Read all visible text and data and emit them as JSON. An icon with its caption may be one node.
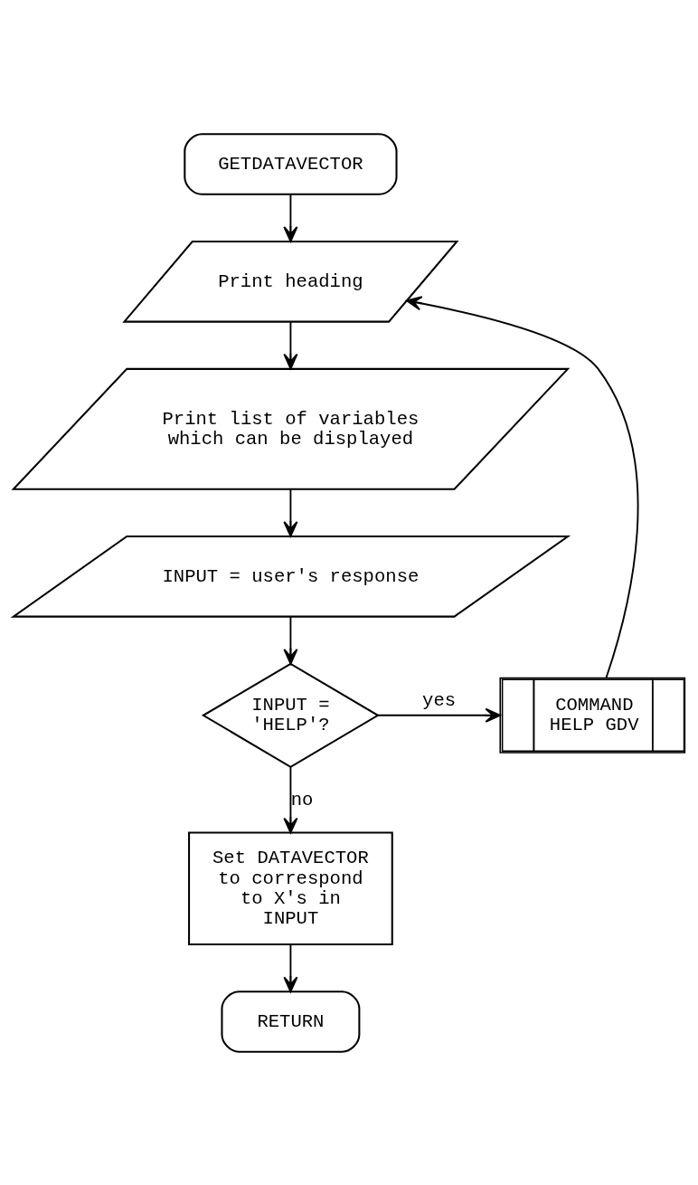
{
  "diagram": {
    "nodes": [
      {
        "text": [
          "GETDATAVECTOR"
        ]
      },
      {
        "text": [
          "Print heading"
        ]
      },
      {
        "text": [
          "Print list of variables which can be displayed"
        ]
      },
      {
        "text": [
          "INPUT = user's response"
        ]
      },
      {
        "text": [
          "INPUT = 'HELP'?"
        ]
      },
      {
        "text": [
          "COMMAND HELP GDV"
        ]
      },
      {
        "text": [
          "Set DATAVECTOR to correspond to X's in INPUT"
        ]
      },
      {
        "text": [
          "RETURN"
        ]
      }
    ],
    "edges": [
      {
        "from": 0,
        "to": 1,
        "arrow": "to"
      },
      {
        "from": 1,
        "to": 2,
        "arrow": "to"
      },
      {
        "from": 2,
        "to": 3,
        "arrow": "to"
      },
      {
        "from": 3,
        "to": 4,
        "arrow": "to"
      },
      {
        "from": 4,
        "to": 5,
        "arrow": "to",
        "label": "yes"
      },
      {
        "from": 4,
        "to": 6,
        "arrow": "to",
        "label": "no"
      },
      {
        "from": 6,
        "to": 7,
        "arrow": "to"
      },
      {
        "from": 5,
        "to": 1,
        "arrow": "to"
      }
    ]
  }
}
